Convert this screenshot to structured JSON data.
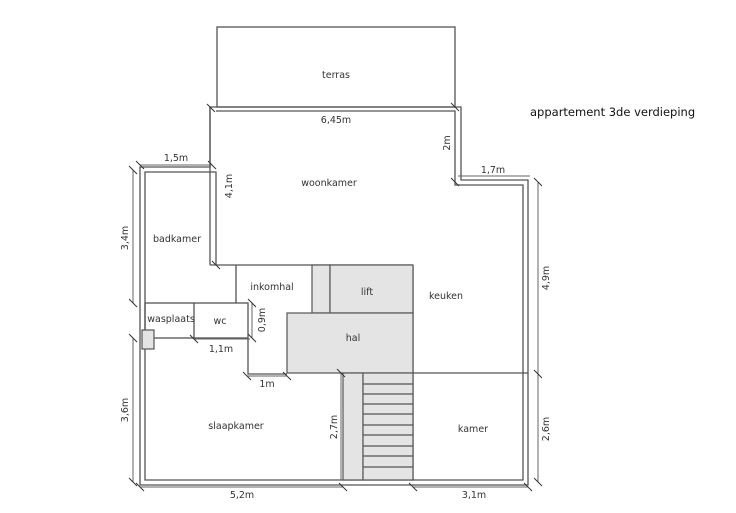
{
  "title": "appartement 3de verdieping",
  "rooms": {
    "terras": "terras",
    "woonkamer": "woonkamer",
    "badkamer": "badkamer",
    "inkomhal": "inkomhal",
    "lift": "lift",
    "keuken": "keuken",
    "wasplaats": "wasplaats",
    "wc": "wc",
    "hal": "hal",
    "slaapkamer": "slaapkamer",
    "kamer": "kamer"
  },
  "dimensions": {
    "woonkamer_width": "6,45m",
    "terras_offset": "2m",
    "keuken_offset": "1,7m",
    "keuken_height": "4,9m",
    "kamer_height": "2,6m",
    "kamer_width": "3,1m",
    "slaapkamer_width": "5,2m",
    "slaapkamer_height": "3,6m",
    "badkamer_height": "3,4m",
    "badkamer_width": "1,5m",
    "woonkamer_height": "4,1m",
    "wc_height": "0,9m",
    "wc_width": "1,1m",
    "hal_offset": "1m",
    "stairs_length": "2,7m"
  }
}
